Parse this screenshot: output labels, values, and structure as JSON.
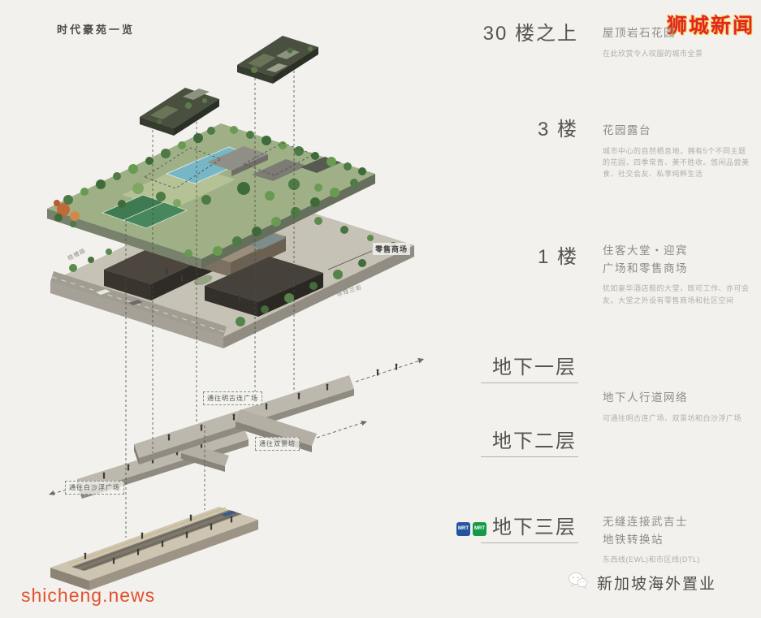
{
  "page": {
    "title": "时代豪苑一览",
    "brand_logo": "狮城新闻",
    "watermark": "shicheng.news",
    "footer_brand": "新加坡海外置业",
    "background_color": "#f2f1ee",
    "brand_color": "#e2242b",
    "watermark_color": "#e2512e"
  },
  "levels": [
    {
      "label": "30 楼之上",
      "heading": "屋顶岩石花园",
      "desc": "在此欣赏令人叹服的城市全景"
    },
    {
      "label": "3 楼",
      "heading": "花园露台",
      "desc": "城市中心的自然栖息地，拥有5个不同主题的花园，四季常青、美不胜收。悠闲品尝美食、社交会友、私享纯粹生活"
    },
    {
      "label": "1 楼",
      "heading": "住客大堂・迎宾\n广场和零售商场",
      "desc": "犹如豪华酒店般的大堂，既可工作、亦可会友。大堂之外设有零售商场和社区空间"
    },
    {
      "label": "地下一层",
      "heading": "地下人行道网络",
      "desc": "可通往明古连广场、双景坊和白沙浮广场"
    },
    {
      "label": "地下二层",
      "heading": "",
      "desc": ""
    },
    {
      "label": "地下三层",
      "heading": "无缝连接武吉士\n地铁转换站",
      "desc": "东西线(EWL)和市区线(DTL)"
    }
  ],
  "diagram": {
    "retail_label": "零售商场",
    "walkway_labels": [
      "通往明古连广场",
      "通往双景坊",
      "通往白沙浮广场"
    ],
    "street_labels": [
      "梧槽路",
      "陈桂兰街"
    ],
    "mrt_badges": [
      {
        "text": "MRT",
        "color": "#24549e"
      },
      {
        "text": "MRT",
        "color": "#169a47"
      }
    ]
  }
}
